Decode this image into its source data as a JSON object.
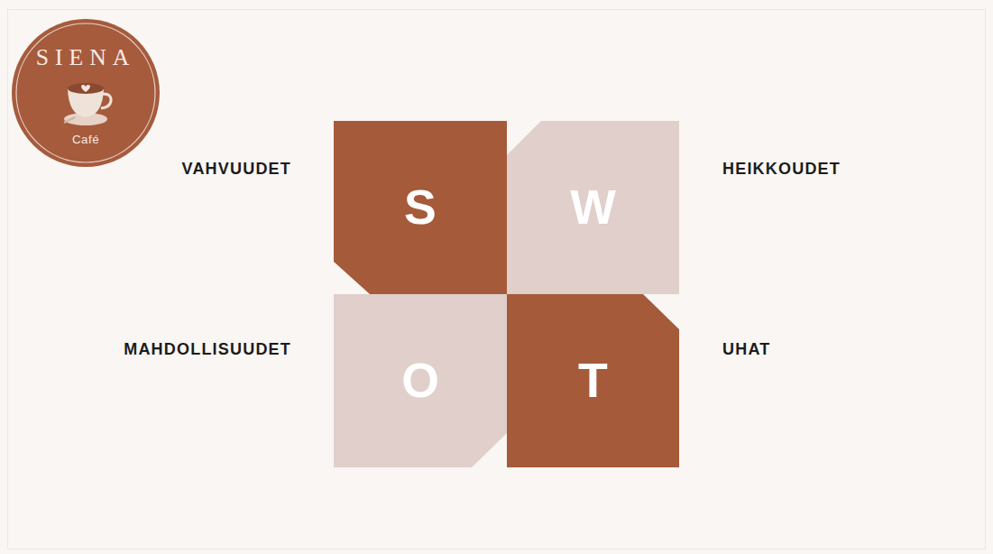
{
  "diagram": {
    "nodes": [
      {
        "text": [
          "SIENA",
          "Café"
        ]
      },
      {
        "text": [
          "S"
        ]
      },
      {
        "text": [
          "W"
        ]
      },
      {
        "text": [
          "O"
        ]
      },
      {
        "text": [
          "T"
        ]
      }
    ],
    "labels": [
      "VAHVUUDET",
      "HEIKKOUDET",
      "MAHDOLLISUUDET",
      "UHAT"
    ]
  }
}
